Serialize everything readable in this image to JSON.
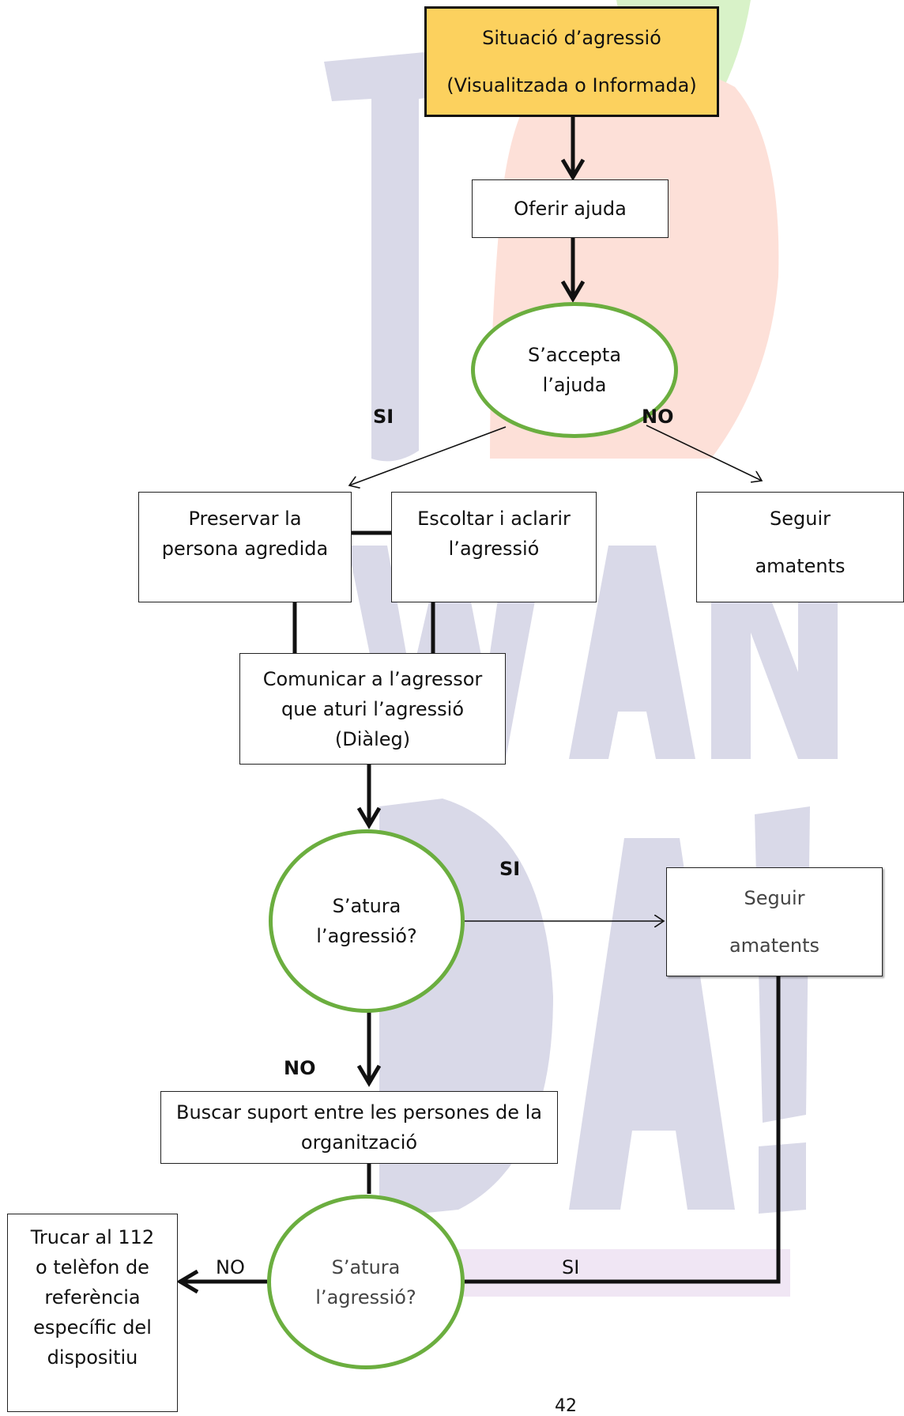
{
  "flowchart": {
    "start": {
      "line1": "Situació d’agressió",
      "line2": "(Visualitzada o Informada)"
    },
    "offer_help": "Oferir ajuda",
    "help_accepted": {
      "line1": "S’accepta",
      "line2": "l’ajuda"
    },
    "label_yes_1": "SI",
    "label_no_1": "NO",
    "preserve": {
      "line1": "Preservar la",
      "line2": "persona agredida"
    },
    "listen": {
      "line1": "Escoltar i aclarir",
      "line2": "l’agressió"
    },
    "stay_alert_1": {
      "line1": "Seguir",
      "line2": "amatents"
    },
    "communicate": {
      "line1": "Comunicar a l’agressor",
      "line2": "que aturi l’agressió",
      "line3": "(Diàleg)"
    },
    "stops_1": {
      "line1": "S’atura",
      "line2": "l’agressió?"
    },
    "label_yes_2": "SI",
    "stay_alert_2": {
      "line1": "Seguir",
      "line2": "amatents"
    },
    "label_no_2": "NO",
    "seek_support": {
      "line1": "Buscar suport entre les persones de la",
      "line2": "organització"
    },
    "stops_2": {
      "line1": "S’atura",
      "line2": "l’agressió?"
    },
    "label_no_3": "NO",
    "label_yes_3": "SI",
    "call_112": {
      "line1": "Trucar al 112",
      "line2": "o telèfon de",
      "line3": "referència",
      "line4": "específic del",
      "line5": "dispositiu"
    }
  },
  "page_number": "42",
  "colors": {
    "start_fill": "#fcd15e",
    "decision_border": "#6bae3f",
    "watermark_letters": "#d9d9e8",
    "watermark_red": "#fde0d8",
    "watermark_green": "#d8f2c8"
  }
}
